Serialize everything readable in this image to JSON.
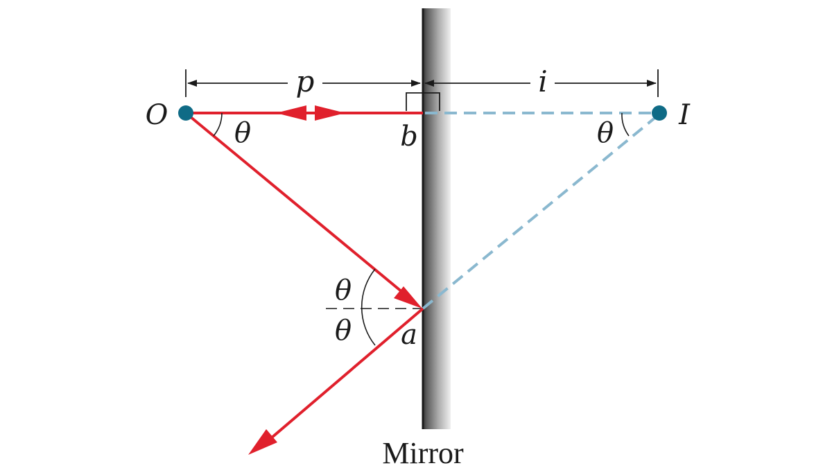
{
  "labels": {
    "object": "O",
    "image": "I",
    "object_distance": "p",
    "image_distance": "i",
    "point_b": "b",
    "point_a": "a",
    "theta": "θ",
    "mirror": "Mirror"
  },
  "colors": {
    "ray": "#e0202c",
    "virtual_ray": "#8ab8cf",
    "point": "#0f6b86",
    "ink": "#1a1a1a",
    "mirror_light": "#f2f2f2",
    "mirror_dark": "#444444"
  }
}
